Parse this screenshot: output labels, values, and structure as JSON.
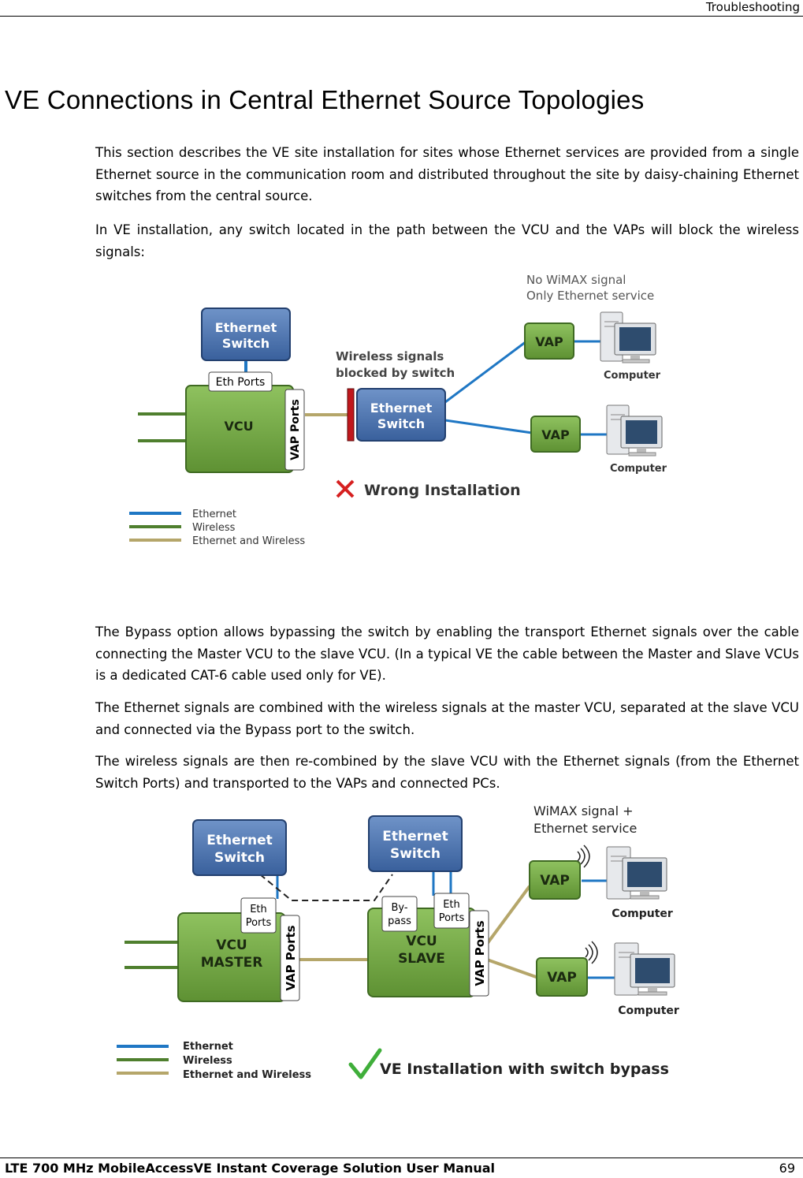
{
  "header": {
    "section": "Troubleshooting"
  },
  "title": "VE Connections in Central Ethernet Source Topologies",
  "paragraphs": {
    "p1": "This section describes the VE site installation for sites whose Ethernet services are provided from a single Ethernet source in the communication room and distributed throughout the site by daisy-chaining Ethernet switches from the central source.",
    "p2": "In VE installation, any switch located in the path between the VCU and the VAPs will block the wireless signals:",
    "p3": "The Bypass option allows bypassing the switch by enabling the transport Ethernet signals over the cable connecting the Master VCU to the slave VCU. (In a typical VE the cable between the Master and Slave VCUs is a dedicated CAT-6 cable used only for VE).",
    "p4": "The Ethernet signals are combined with the wireless signals at the master VCU, separated at the slave VCU and connected via the Bypass port to the switch.",
    "p5": "The wireless signals are then re-combined by the slave VCU with the Ethernet signals (from the Ethernet Switch Ports) and transported to the VAPs and connected PCs."
  },
  "diagram1": {
    "note_line1": "No WiMAX signal",
    "note_line2": "Only Ethernet service",
    "switch_top": [
      "Ethernet",
      "Switch"
    ],
    "eth_ports": "Eth Ports",
    "vcu": "VCU",
    "vap_ports": "VAP Ports",
    "blocked_line1": "Wireless signals",
    "blocked_line2": "blocked by switch",
    "switch_mid": [
      "Ethernet",
      "Switch"
    ],
    "vap1": "VAP",
    "vap2": "VAP",
    "computer1": "Computer",
    "computer2": "Computer",
    "status": "Wrong Installation",
    "legend": [
      "Ethernet",
      "Wireless",
      "Ethernet and Wireless"
    ]
  },
  "diagram2": {
    "note_line1": "WiMAX signal +",
    "note_line2": "Ethernet service",
    "switch_left": [
      "Ethernet",
      "Switch"
    ],
    "switch_right": [
      "Ethernet",
      "Switch"
    ],
    "eth_ports_left": [
      "Eth",
      "Ports"
    ],
    "bypass": [
      "By-",
      "pass"
    ],
    "eth_ports_right": [
      "Eth",
      "Ports"
    ],
    "vcu_master": [
      "VCU",
      "MASTER"
    ],
    "vcu_slave": [
      "VCU",
      "SLAVE"
    ],
    "vap_ports": "VAP Ports",
    "vap1": "VAP",
    "vap2": "VAP",
    "computer1": "Computer",
    "computer2": "Computer",
    "status": "VE Installation with switch bypass",
    "legend": [
      "Ethernet",
      "Wireless",
      "Ethernet and Wireless"
    ]
  },
  "colors": {
    "ethernet": "#1f77c4",
    "wireless": "#4f7f2e",
    "combined": "#b5a66a",
    "error": "#d62020",
    "ok": "#3fae3a"
  },
  "footer": {
    "manual": "LTE 700 MHz MobileAccessVE Instant Coverage Solution User Manual",
    "page": "69"
  }
}
